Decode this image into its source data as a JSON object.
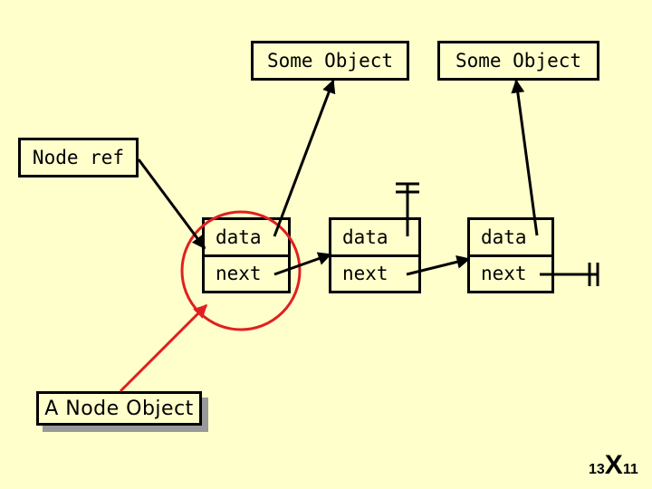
{
  "some_objects": [
    {
      "label": "Some Object"
    },
    {
      "label": "Some Object"
    }
  ],
  "node_ref": {
    "label": "Node ref"
  },
  "nodes": [
    {
      "data_label": "data",
      "next_label": "next"
    },
    {
      "data_label": "data",
      "next_label": "next"
    },
    {
      "data_label": "data",
      "next_label": "next"
    }
  ],
  "node_object": {
    "label": "A Node Object"
  },
  "slide_number": {
    "left": "13",
    "x": "X",
    "right": "11"
  },
  "colors": {
    "background": "#ffffcc",
    "border": "#000000",
    "highlight": "#e02020",
    "shadow": "#999999"
  }
}
